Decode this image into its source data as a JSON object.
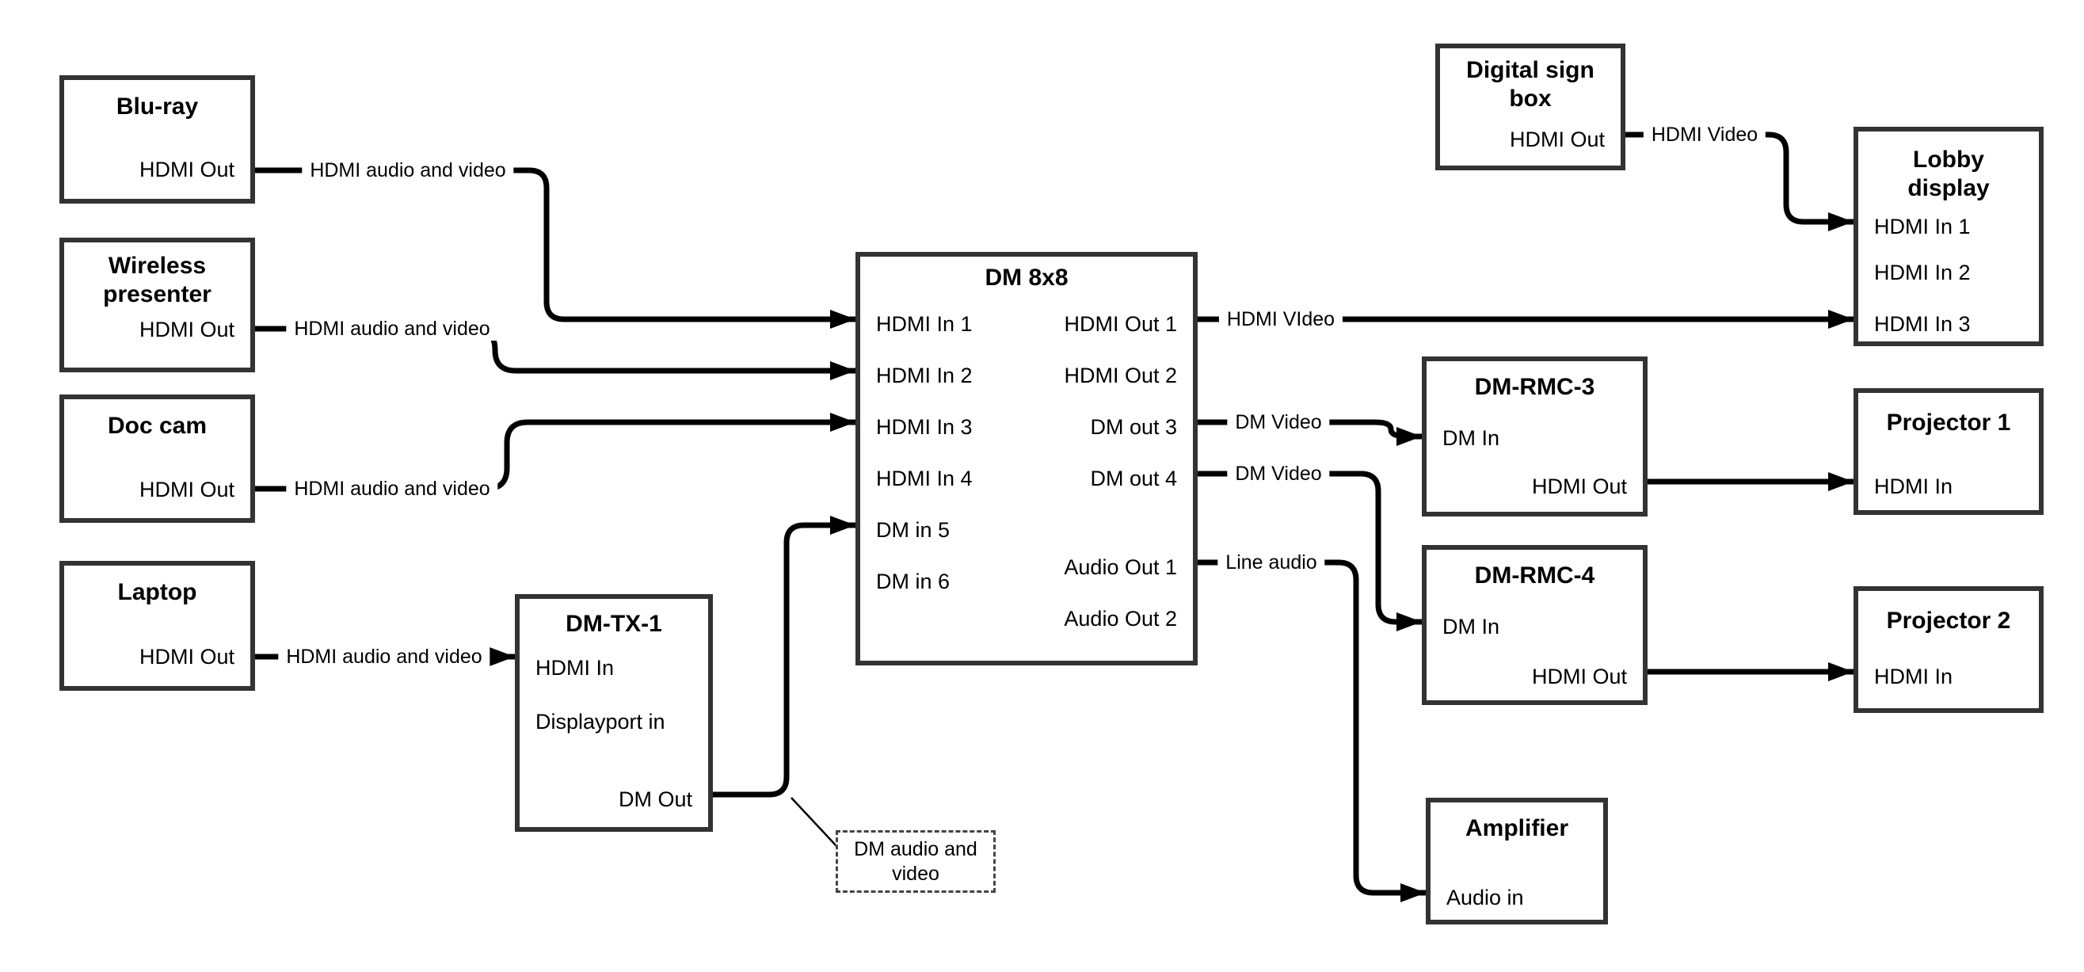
{
  "diagram": {
    "boxes": {
      "bluray": {
        "title": "Blu-ray",
        "ports": {
          "hdmi_out": "HDMI Out"
        }
      },
      "wireless": {
        "title": "Wireless\npresenter",
        "ports": {
          "hdmi_out": "HDMI Out"
        }
      },
      "doccam": {
        "title": "Doc cam",
        "ports": {
          "hdmi_out": "HDMI Out"
        }
      },
      "laptop": {
        "title": "Laptop",
        "ports": {
          "hdmi_out": "HDMI Out"
        }
      },
      "dmtx1": {
        "title": "DM-TX-1",
        "ports": {
          "hdmi_in": "HDMI In",
          "displayport_in": "Displayport in",
          "dm_out": "DM Out"
        }
      },
      "dm8x8": {
        "title": "DM 8x8",
        "ports_left": [
          "HDMI In 1",
          "HDMI In 2",
          "HDMI In 3",
          "HDMI In 4",
          "DM in 5",
          "DM in 6"
        ],
        "ports_right": [
          "HDMI Out 1",
          "HDMI Out 2",
          "DM out 3",
          "DM out 4",
          "Audio Out 1",
          "Audio Out 2"
        ]
      },
      "digital_sign": {
        "title": "Digital sign\nbox",
        "ports": {
          "hdmi_out": "HDMI Out"
        }
      },
      "lobby": {
        "title": "Lobby\ndisplay",
        "ports": [
          "HDMI In 1",
          "HDMI In 2",
          "HDMI In 3"
        ]
      },
      "dmrmc3": {
        "title": "DM-RMC-3",
        "ports": {
          "dm_in": "DM In",
          "hdmi_out": "HDMI Out"
        }
      },
      "projector1": {
        "title": "Projector 1",
        "ports": {
          "hdmi_in": "HDMI In"
        }
      },
      "dmrmc4": {
        "title": "DM-RMC-4",
        "ports": {
          "dm_in": "DM In",
          "hdmi_out": "HDMI Out"
        }
      },
      "projector2": {
        "title": "Projector 2",
        "ports": {
          "hdmi_in": "HDMI In"
        }
      },
      "amplifier": {
        "title": "Amplifier",
        "ports": {
          "audio_in": "Audio in"
        }
      }
    },
    "link_labels": {
      "bluray_dm": "HDMI audio and video",
      "wireless_dm": "HDMI audio and video",
      "doccam_dm": "HDMI audio and video",
      "laptop_tx": "HDMI audio and video",
      "hdmi_out1": "HDMI VIdeo",
      "dm_out3": "DM Video",
      "dm_out4": "DM Video",
      "audio_out1": "Line audio",
      "signbox": "HDMI Video"
    },
    "callout": {
      "text": "DM audio and\nvideo"
    },
    "colors": {
      "line": "#000000",
      "box_border": "#333333",
      "background": "#ffffff",
      "text": "#000000"
    }
  }
}
